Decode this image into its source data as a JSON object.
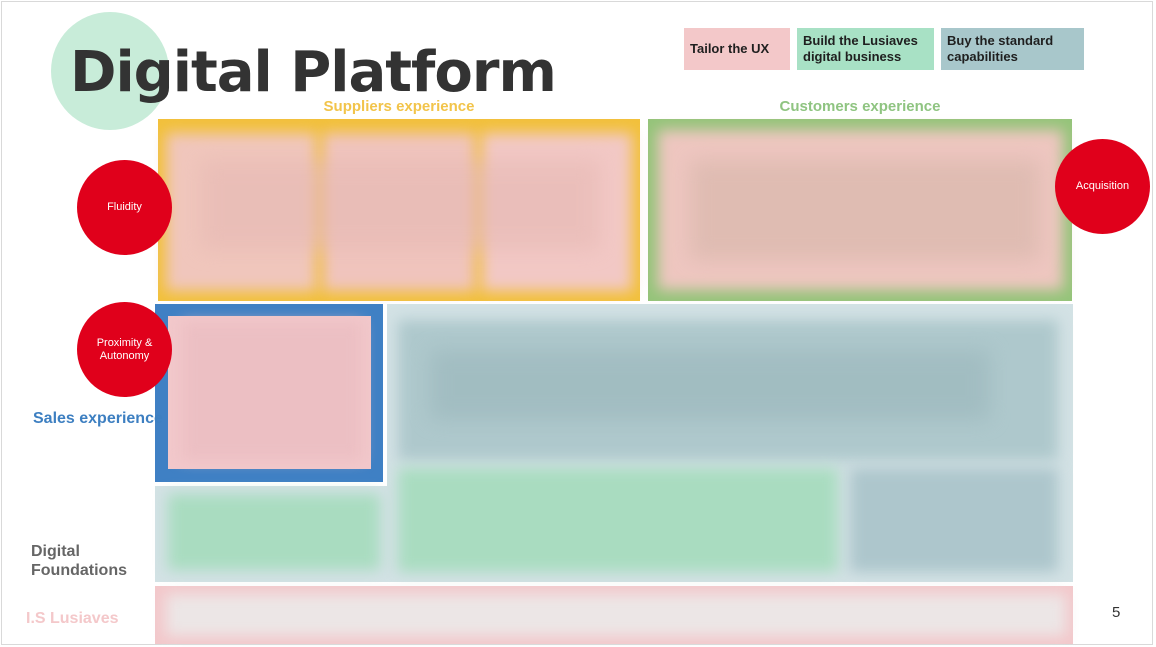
{
  "slide": {
    "title": "Digital Platform",
    "page_number": "5"
  },
  "legend": {
    "tailor": "Tailor the UX",
    "build": "Build the Lusiaves digital business",
    "buy": "Buy the standard capabilities",
    "colors": {
      "tailor": "#f3c8c9",
      "build": "#a8e1c5",
      "buy": "#a8c7cb"
    }
  },
  "sections": {
    "suppliers": "Suppliers experience",
    "customers": "Customers experience",
    "sales": "Sales experience",
    "foundations": "Digital Foundations",
    "is": "I.S Lusiaves"
  },
  "callouts": {
    "fluidity": "Fluidity",
    "proximity": "Proximity & Autonomy",
    "acquisition": "Acquisition"
  },
  "colors": {
    "suppliers_frame": "#f2c13b",
    "customers_frame": "#95c47a",
    "sales_frame": "#3f80c4",
    "callout_red": "#e0001b"
  }
}
